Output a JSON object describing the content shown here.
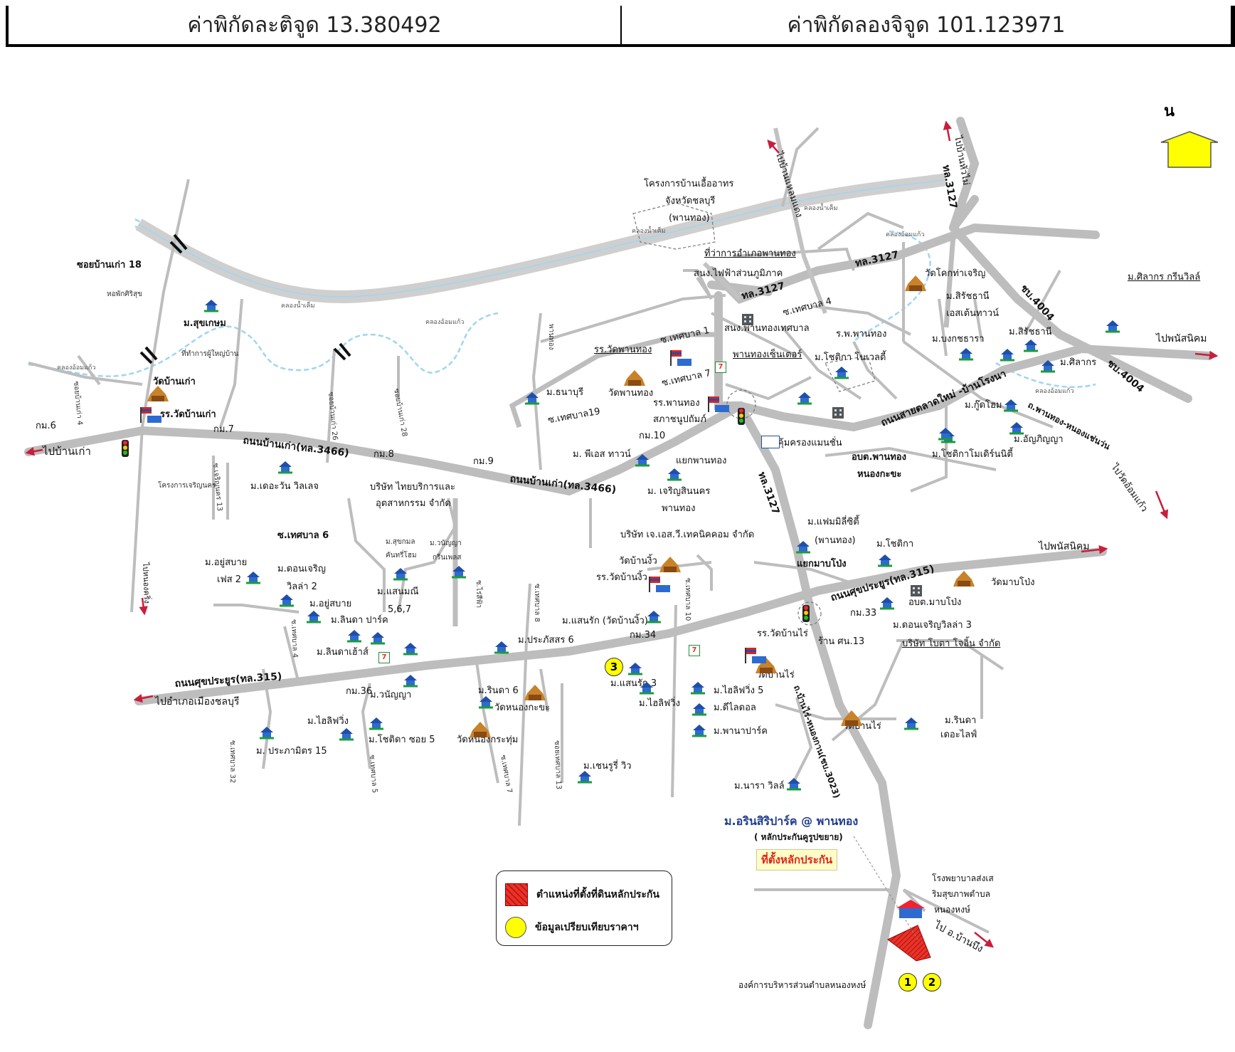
{
  "header": {
    "latitude_label": "ค่าพิกัดละติจูด 13.380492",
    "longitude_label": "ค่าพิกัดลองจิจูด 101.123971"
  },
  "north_label": "น",
  "colors": {
    "road": "#bdbdbd",
    "canal": "#9fd6ee",
    "arrow": "#c81e3c",
    "subject": "#e8332a",
    "comparable": "#ffff00",
    "north_arrow": "#ffff00"
  },
  "roads": {
    "baan_kao_3466_w": "ถนนบ้านเก่า(ทล.3466)",
    "baan_kao_3466_e": "ถนนบ้านเก่า(ทล.3466)",
    "sukprayoon_315_w": "ถนนศุขประยูร(ทล.315)",
    "sukprayoon_315_e": "ถนนศุขประยูร(ทล.315)",
    "tl3127_a": "ทล.3127",
    "tl3127_b": "ทล.3127",
    "tl3127_c": "ทล.3127",
    "tl3127_d": "ทล.3127",
    "tl3127_e": "ทล.3127",
    "chb4004_a": "ชบ.4004",
    "chb4004_b": "ชบ.4004",
    "talad_road": "ถนนสายตลาดใหม่ -บ้านโรงนา",
    "phanthong_nongsaenwan": "ถ.พานทอง-หนองแช่นว่น",
    "baanrai_3023": "ถ.บ้านไร่-หนองกาน(ชบ.3023)",
    "to_baan_kao": "ไปบ้านเก่า",
    "to_muang_chonburi": "ไปอำเภอเมืองชลบุรี",
    "to_phanat_nikhom_1": "ไปพนัสนิคม",
    "to_phanat_nikhom_2": "ไปพนัสนิคม",
    "to_baan_hua_mai": "ไปบ้านหัวไม่",
    "to_baan_saen_daeng": "ไปบ้านแหลมแดง",
    "to_wat_om_kaeo": "ไปวัดอ้อมแก้ว",
    "to_nong_krueng": "ไปหนองคริ่ง",
    "to_baan_bueng": "ไป อ.บ้านบึง"
  },
  "places": {
    "housing_project": "โครงการบ้านเอื้ออาทร",
    "housing_project_2": "จังหวัดชลบุรี",
    "housing_project_3": "(พานทอง)",
    "soi18": "ซอยบ้านเก่า 18",
    "dorm": "หอพักศิริสุข",
    "m_sukkasem": "ม.สุขเกษม",
    "headman": "ที่ทำการผู้ใหญ่บ้าน",
    "wat_baankao": "วัดบ้านเก่า",
    "school_baankao": "รร.วัดบ้านเก่า",
    "km6": "กม.6",
    "km7": "กม.7",
    "km8": "กม.8",
    "km9": "กม.9",
    "km10": "กม.10",
    "km33": "กม.33",
    "km34": "กม.34",
    "km36": "กม.36",
    "charoen_project": "โครงการเจริญนคร",
    "m_the_one": "ม.เดอะวัน วิลเลจ",
    "thai_borikan": "บริษัท ไทยบริการและ",
    "thai_borikan_2": "อุตสาหกรรม จำกัด",
    "district_office": "ที่ว่าการอำเภอพานทอง",
    "electricity": "สนง.ไฟฟ้าส่วนภูมิภาค",
    "municipality": "สนง.พานทองเทศบาล",
    "hospital": "ร.พ.พานทอง",
    "wat_khok": "วัดโคกท่าเจริญ",
    "m_siratchathani_estate": "ม.สิรัชธานี",
    "m_siratchathani_estate_2": "เอสเต้นทาวน์",
    "m_siratchathani": "ม.สิรัชธานี",
    "m_bongkot": "ม.บงกชธารา",
    "m_silakorn": "ม.ศิลากร",
    "m_silakorn_green": "ม.ศิลากร กรีนวิลล์",
    "school_wat_phanthong": "รร.วัดพานทอง",
    "wat_phanthong": "วัดพานทอง",
    "school_phanthong": "รร.พานทอง",
    "school_phanthong_2": "สภาชนูปถัมภ์",
    "phanthong_center": "พานทองเซ็นเตอร์",
    "m_chotika_novelty": "ม.โชติกา โนเวลตี้",
    "m_thanaburi": "ม.ธนาบุรี",
    "m_ps_town": "ม. พีเอส ทาวน์",
    "yaek_phanthong": "แยกพานทอง",
    "m_charoen": "ม. เจริญสินนคร",
    "m_charoen_2": "พานทอง",
    "lotus": "คุ้มครองแมนชั่น",
    "obt_phanthong": "อบต.พานทอง",
    "obt_phanthong_2": "หนองกะขะ",
    "m_goodhome": "ม.กู๊ดโฮม",
    "m_anyapinya": "ม.อัญภิญญา",
    "m_chotika_modern": "ม.โชติกาโมเดิร์นนิตี้",
    "soi_tesaban1": "ซ.เทศบาล 1",
    "soi_tesaban4": "ซ.เทศบาล 4",
    "soi_tesaban7": "ซ.เทศบาล 7",
    "soi_tesaban19": "ซ.เทศบาล19",
    "soi_tesaban6": "ซ.เทศบาล 6",
    "jsv": "บริษัท เจ.เอส.วี.เทคนิคคอม จำกัด",
    "m_family_city": "ม.แฟมมิลี่ซิตี้",
    "m_family_city_2": "(พานทอง)",
    "wat_baan_ngiw": "วัดบ้านงิ้ว",
    "school_baan_ngiw": "รร.วัดบ้านงิ้ว",
    "m_chotika": "ม.โชติกา",
    "yaek_mabpong": "แยกมาบโป่ง",
    "wat_mabpong": "วัดมาบโป่ง",
    "obt_mabpong": "อบต.มาบโป่ง",
    "m_donjaroen3": "ม.ดอนเจริญวิลล่า 3",
    "bota": "บริษัท โบตา โจอิ้น จำกัด",
    "m_yoosabai_place": "ม.อยู่สบาย",
    "m_yoosabai_place_2": "เฟส 2",
    "m_donjaroen2": "ม.ดอนเจริญ",
    "m_donjaroen2_2": "วิลล่า 2",
    "m_yoosabai": "ม.อยู่สบาย",
    "m_sukmon": "ม.สุขกมล",
    "m_sukmon_2": "คันทรี่โฮม",
    "m_wanyanya": "ม.วนัญญา",
    "m_wanyanya_2": "กรีนเพลส",
    "m_saenmanee": "ม.แสนมณี",
    "m_saenmanee_2": "5,6,7",
    "m_linda_park": "ม.ลินดา ปาร์ค",
    "m_linda_house": "ม.ลินดาเฮ้าส์",
    "m_prapasorn": "ม.ประภัสสร 6",
    "m_saenrak_wat": "ม.แสนรัก (วัดบ้านงิ้ว)",
    "m_saenrak3": "ม.แสนรัก 3",
    "school_wat_baanrai": "รร.วัดบ้านไร่",
    "wat_baanrai": "วัดบ้านไร่",
    "shop13": "ร้าน ศน.13",
    "m_wanyanya_b": "ม.วนัญญา",
    "m_hi_living": "ม.ไฮลิฟวิ่ง",
    "m_chotika_5": "ม.โชติดา ซอย 5",
    "m_prapamit": "ม. ประภามิตร 15",
    "m_rinda6": "ม.รินดา 6",
    "wat_nong_kakha": "วัดหนองกะขะ",
    "wat_nong_krathum": "วัดหนองกระทุ่ม",
    "m_highliving5": "ม.ไฮลิฟวิ่ง 5",
    "m_highliving": "ม.ไฮลิฟวิ่ง",
    "m_dilaydol": "ม.ดีไลดอล",
    "m_pana": "ม.พานาปาร์ค",
    "m_chenrui": "ม.เชนรูรี่ วิว",
    "m_nara": "ม.นารา วิลล์",
    "wat_baanrai_2": "วัดบ้านไร่",
    "m_rinda_life": "ม.รินดา",
    "m_rinda_life_2": "เดอะไลฟ์",
    "subject_name": "ม.อรินสิริปาร์ค @ พานทอง",
    "subject_note": "( หลักประกันคูรูปขยาย)",
    "subject_box": "ที่ตั้งหลักประกัน",
    "health_hospital": "โรงพยาบาลส่งเส",
    "health_hospital_2": "ริมสุขภาพตำบล",
    "health_hospital_3": "หนองหงษ์",
    "sao_nonghong": "องค์การบริหารส่วนตำบลหนองหงษ์",
    "soi_baankao_26": "ซอยบ้านเก่า 26",
    "soi_baankao_28": "ซอยบ้านเก่า 28",
    "soi_baankao_4": "ซอยบ้านเก่า 4",
    "soi_charoen_13": "ซ.เจริญนคร 13",
    "soi_tesaban4b": "ซ.เทศบาล 4",
    "soi_tesaban8": "ซ.เทศบาล 8",
    "soi_tesaban10": "ซ.เทศบาล 10",
    "soi_tesaban32": "ซ.เทศบาล 32",
    "soi_tesaban5": "ซ.เทศบาล 5",
    "soi_tesaban7b": "ซ.เทศบาล 7",
    "soi_tesaban13": "ซอยเทศบาล 13",
    "soi_baanrai": "ซ.ไร่สีฟ้า",
    "phanthong": "พานทอง",
    "canal_1": "คลองน้ำเค็ม",
    "canal_2": "คลองน้ำเค็ม",
    "canal_3": "คลองน้ำเค็ม",
    "canal_4": "คลองอ้อมแก้ว",
    "canal_5": "คลองอ้อมแก้ว",
    "canal_6": "คลองอ้อมแก้ว",
    "canal_7": "คลองอ้อมแก้ว"
  },
  "legend": {
    "subject_label": "ตำแหน่งที่ตั้งที่ดินหลักประกัน",
    "comparable_label": "ข้อมูลเปรียบเทียบราคาฯ"
  },
  "markers": {
    "m1": "1",
    "m2": "2",
    "m3": "3"
  },
  "icons": [
    "house-icon",
    "temple-icon",
    "school-flag-icon",
    "traffic-light-icon",
    "bridge-icon",
    "office-icon",
    "seven-eleven-icon",
    "lotus-icon",
    "north-arrow-icon"
  ]
}
